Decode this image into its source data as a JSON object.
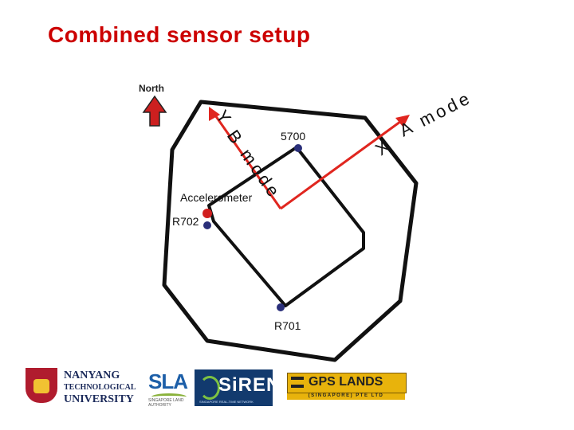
{
  "title": "Combined sensor setup",
  "compass": {
    "label": "North",
    "arrow_color": "#cc1f1f",
    "icon": "north-arrow-icon"
  },
  "axes": {
    "x_axis_label": "X",
    "a_mode_label": "A mode",
    "y_axis_label": "Y",
    "b_mode_label": "B mode",
    "arrow_color": "#e0261f"
  },
  "sensors": {
    "accelerometer": "Accelerometer",
    "r702": "R702",
    "r701": "R701",
    "s5700": "5700",
    "marker_color": "#2a2f7a",
    "accelerometer_color": "#d11f1f"
  },
  "logos": {
    "ntu": [
      "NANYANG",
      "TECHNOLOGICAL",
      "UNIVERSITY"
    ],
    "sla": "SLA",
    "sla_sub": "SINGAPORE LAND AUTHORITY",
    "sirent": "SiRENT",
    "sirent_sub": "SINGAPORE REAL-TIME NETWORK",
    "gps": "GPS LANDS",
    "gps_sub": "(SINGAPORE) PTE LTD"
  }
}
